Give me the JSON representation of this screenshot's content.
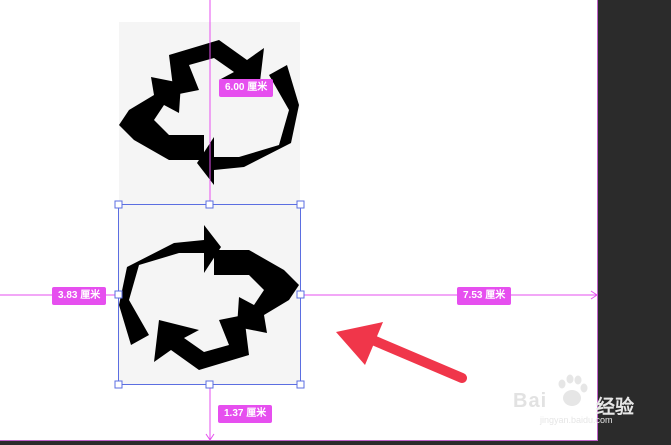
{
  "measurements": {
    "top_distance": "6.00 厘米",
    "left_distance": "3.83 厘米",
    "right_distance": "7.53 厘米",
    "bottom_distance": "1.37 厘米"
  },
  "watermark": {
    "brand": "Bai",
    "brand_suffix": "经验",
    "url": "jingyan.baidu.com"
  },
  "icons": [
    "recycle-icon",
    "arrow-icon",
    "paw-icon"
  ],
  "colors": {
    "workspace": "#2b2b2b",
    "canvas": "#ffffff",
    "guide": "#e64fef",
    "selection": "#5b6ee1",
    "annotation_arrow": "#f0364a",
    "image_bg": "#f5f5f5"
  }
}
